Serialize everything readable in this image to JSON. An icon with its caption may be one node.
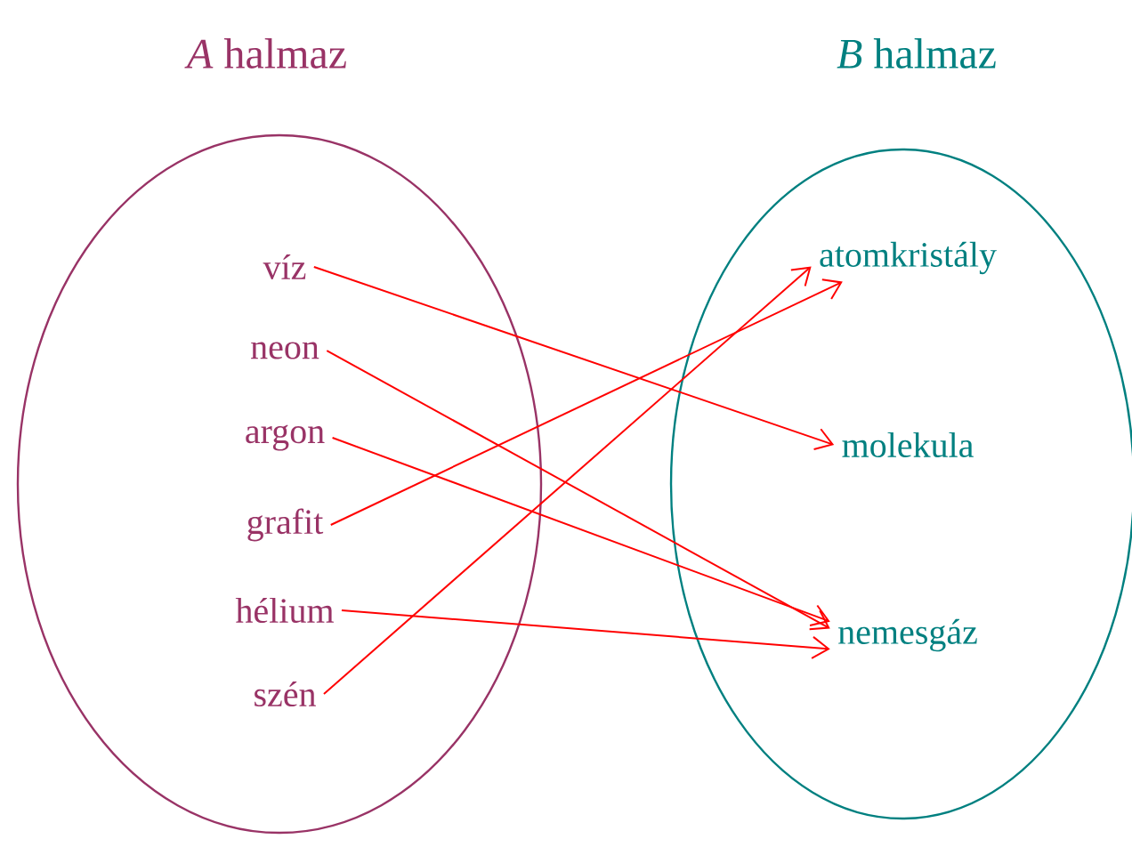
{
  "diagram": {
    "nodes": [
      {
        "text": [
          "*A* halmaz"
        ]
      },
      {
        "text": [
          "*B* halmaz"
        ]
      },
      {
        "text": [
          "víz"
        ],
        "in": 0
      },
      {
        "text": [
          "neon"
        ],
        "in": 0
      },
      {
        "text": [
          "argon"
        ],
        "in": 0
      },
      {
        "text": [
          "grafit"
        ],
        "in": 0
      },
      {
        "text": [
          "hélium"
        ],
        "in": 0
      },
      {
        "text": [
          "szén"
        ],
        "in": 0
      },
      {
        "text": [
          "atomkristály"
        ],
        "in": 1
      },
      {
        "text": [
          "molekula"
        ],
        "in": 1
      },
      {
        "text": [
          "nemesgáz"
        ],
        "in": 1
      }
    ],
    "edges": [
      {
        "from": 2,
        "to": 9,
        "arrow": "to"
      },
      {
        "from": 3,
        "to": 10,
        "arrow": "to"
      },
      {
        "from": 4,
        "to": 10,
        "arrow": "to"
      },
      {
        "from": 5,
        "to": 8,
        "arrow": "to"
      },
      {
        "from": 6,
        "to": 10,
        "arrow": "to"
      },
      {
        "from": 7,
        "to": 8,
        "arrow": "to"
      }
    ]
  }
}
